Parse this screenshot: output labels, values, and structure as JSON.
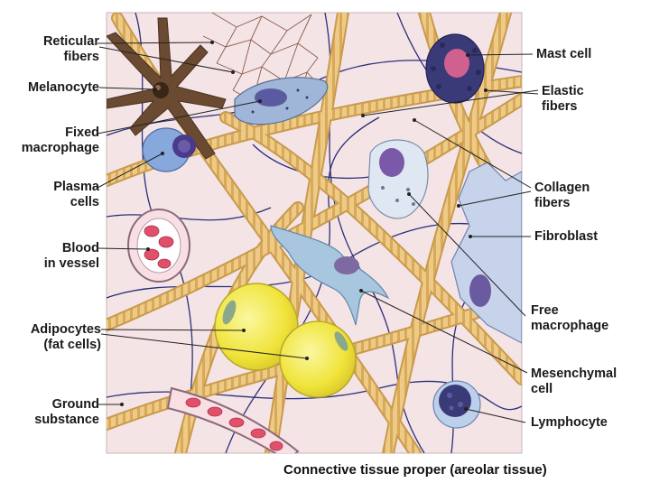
{
  "figure": {
    "caption": "Connective tissue proper (areolar tissue)",
    "colors": {
      "background": "#f4e4e6",
      "collagen": "#e8c27a",
      "elastic": "#2b2f7a",
      "reticular": "#7a4a3a",
      "adipocyte": "#f3ec4a",
      "nucleus": "#5a3a8a"
    },
    "labels_left": [
      {
        "id": "reticular-fibers",
        "text": "Reticular\nfibers"
      },
      {
        "id": "melanocyte",
        "text": "Melanocyte"
      },
      {
        "id": "fixed-macrophage",
        "text": "Fixed\nmacrophage"
      },
      {
        "id": "plasma-cells",
        "text": "Plasma\ncells"
      },
      {
        "id": "blood-in-vessel",
        "text": "Blood\nin vessel"
      },
      {
        "id": "adipocytes",
        "text": "Adipocytes\n(fat cells)"
      },
      {
        "id": "ground-substance",
        "text": "Ground\nsubstance"
      }
    ],
    "labels_right": [
      {
        "id": "mast-cell",
        "text": "Mast cell"
      },
      {
        "id": "elastic-fibers",
        "text": "Elastic\nfibers"
      },
      {
        "id": "collagen-fibers",
        "text": "Collagen\nfibers"
      },
      {
        "id": "fibroblast",
        "text": "Fibroblast"
      },
      {
        "id": "free-macrophage",
        "text": "Free\nmacrophage"
      },
      {
        "id": "mesenchymal-cell",
        "text": "Mesenchymal\ncell"
      },
      {
        "id": "lymphocyte",
        "text": "Lymphocyte"
      }
    ]
  }
}
